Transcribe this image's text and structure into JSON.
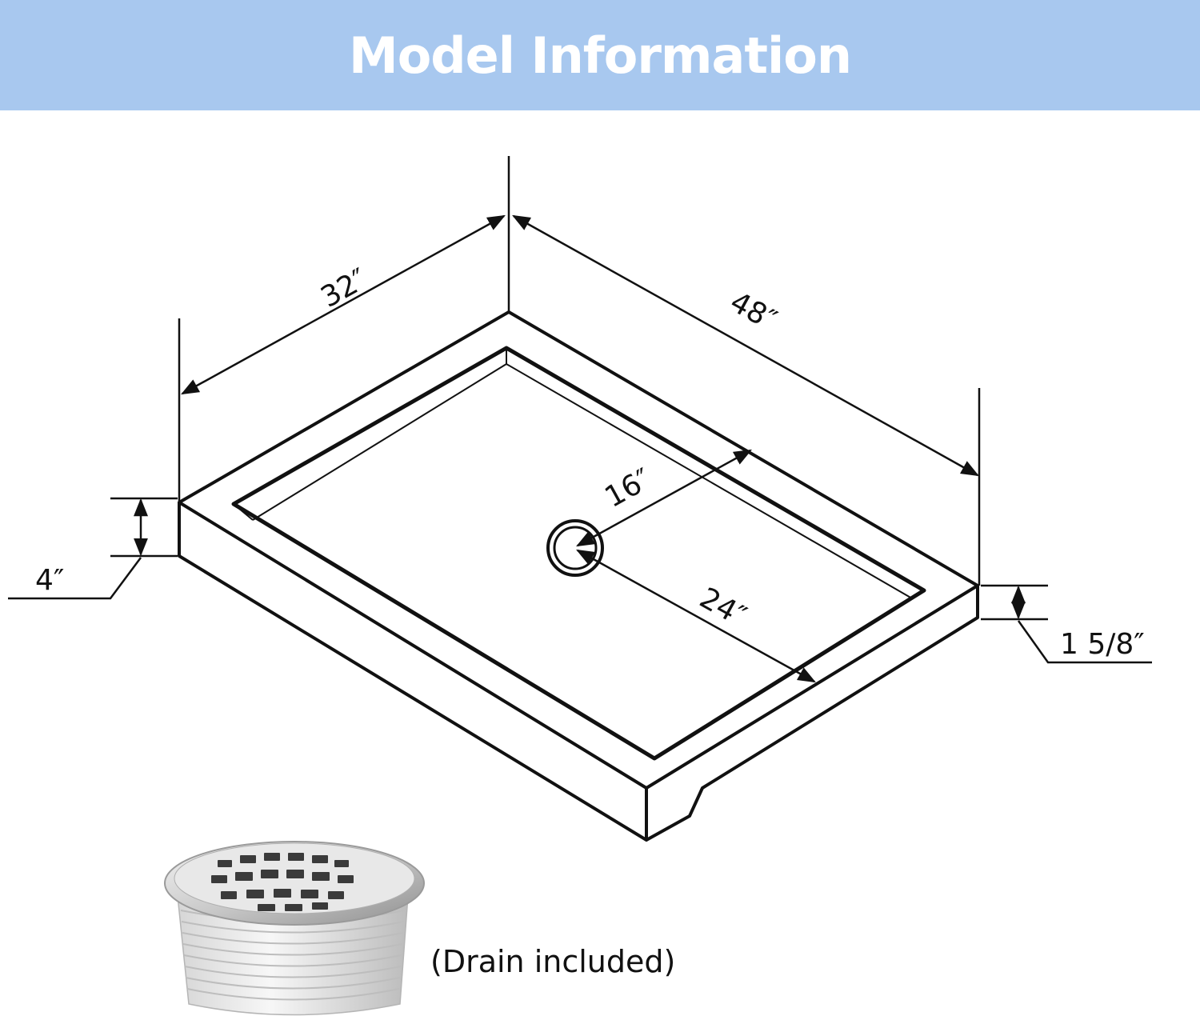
{
  "header": {
    "title": "Model Information"
  },
  "dimensions": {
    "width_label": "32″",
    "length_label": "48″",
    "height_label": "4″",
    "curb_label": "1 5/8″",
    "drain_offset_short": "16″",
    "drain_offset_long": "24″"
  },
  "caption": "(Drain included)",
  "colors": {
    "header_bg": "#a8c8ef",
    "header_text": "#ffffff",
    "line": "#111111"
  }
}
